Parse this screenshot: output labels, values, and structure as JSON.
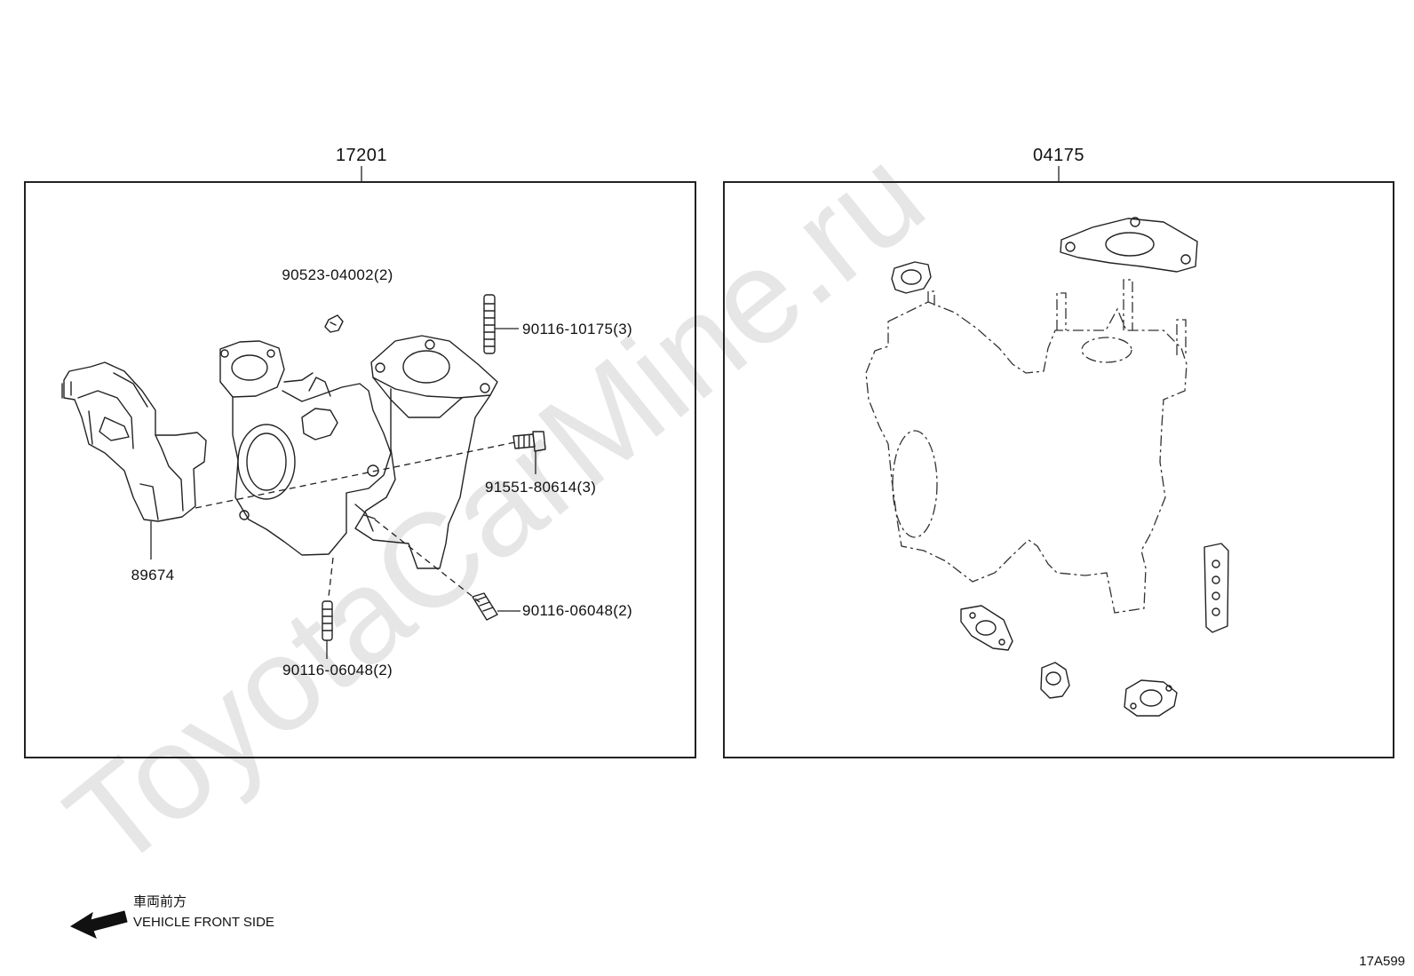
{
  "watermark": "ToyotaCarMine.ru",
  "diagram_id": "17A599",
  "direction": {
    "line_jp": "車両前方",
    "line_en": "VEHICLE FRONT SIDE"
  },
  "left_panel": {
    "assembly_number": "17201",
    "labels": {
      "p89674": "89674",
      "p90523": "90523-04002(2)",
      "p90116_10175": "90116-10175(3)",
      "p91551": "91551-80614(3)",
      "p90116_06048_a": "90116-06048(2)",
      "p90116_06048_b": "90116-06048(2)"
    }
  },
  "right_panel": {
    "assembly_number": "04175"
  }
}
